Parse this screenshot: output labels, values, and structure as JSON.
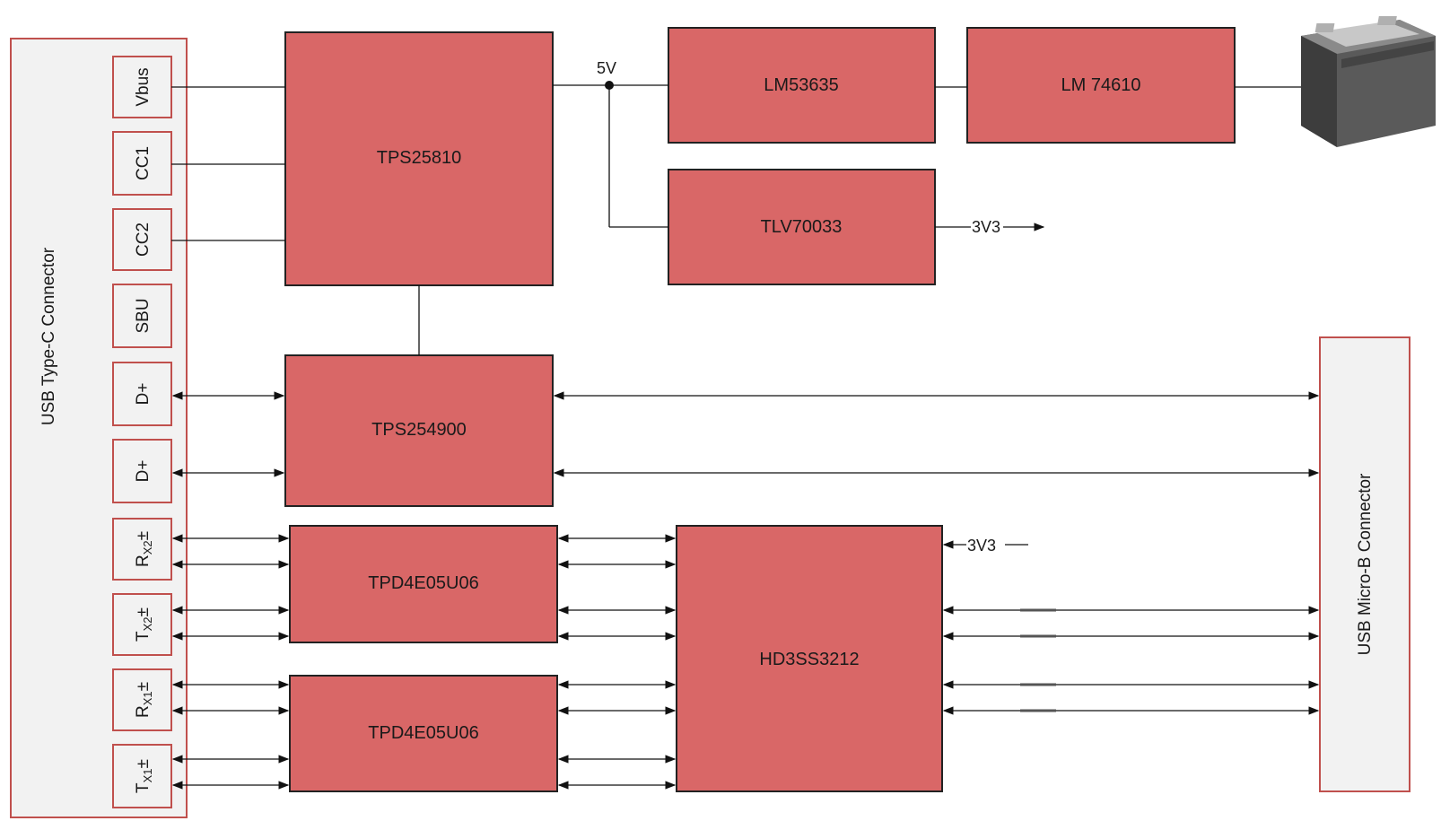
{
  "connectors": {
    "usb_c": "USB Type-C Connector",
    "usb_micro_b": "USB Micro-B Connector"
  },
  "pins": [
    "Vbus",
    "CC1",
    "CC2",
    "SBU",
    "D+",
    "D+"
  ],
  "pins_sub": [
    {
      "main": "R",
      "sub": "X2",
      "suffix": "±"
    },
    {
      "main": "T",
      "sub": "X2",
      "suffix": "±"
    },
    {
      "main": "R",
      "sub": "X1",
      "suffix": "±"
    },
    {
      "main": "T",
      "sub": "X1",
      "suffix": "±"
    }
  ],
  "chips": {
    "tps25810": "TPS25810",
    "lm53635": "LM53635",
    "lm74610": "LM 74610",
    "tlv70033": "TLV70033",
    "tps254900": "TPS254900",
    "tpd_a": "TPD4E05U06",
    "tpd_b": "TPD4E05U06",
    "hd3ss3212": "HD3SS3212"
  },
  "nets": {
    "five_v": "5V",
    "v33_out": "3V3",
    "v33_in": "3V3"
  },
  "icons": {
    "battery": "battery-icon"
  },
  "colors": {
    "chip_fill": "#d96767",
    "connector_border": "#c0504d",
    "connector_fill": "#f2f2f2"
  }
}
